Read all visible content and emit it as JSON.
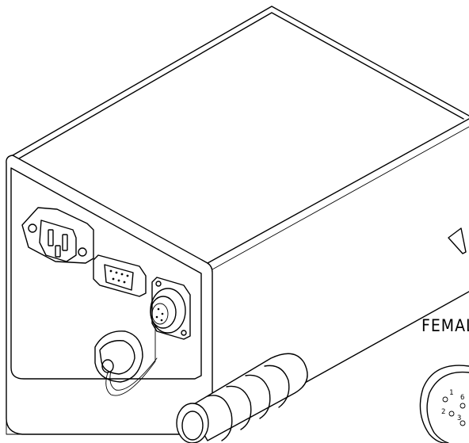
{
  "connector_diagram": {
    "label": "FEMALE",
    "pins": [
      "1",
      "2",
      "3",
      "6"
    ]
  }
}
